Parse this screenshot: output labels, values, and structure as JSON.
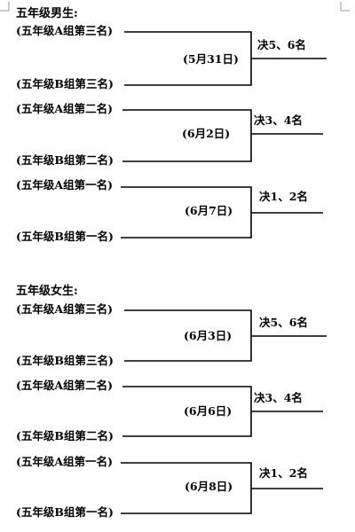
{
  "boys": {
    "title": "五年级男生:",
    "matches": [
      {
        "team_top": "(五年级A组第三名)",
        "team_bottom": "(五年级B组第三名)",
        "date": "(5月31日)",
        "result": "决5、6名"
      },
      {
        "team_top": "(五年级A组第二名)",
        "team_bottom": "(五年级B组第二名)",
        "date": "(6月2日)",
        "result": "决3、4名"
      },
      {
        "team_top": "(五年级A组第一名)",
        "team_bottom": "(五年级B组第一名)",
        "date": "(6月7日)",
        "result": "决1、2名"
      }
    ]
  },
  "girls": {
    "title": "五年级女生:",
    "matches": [
      {
        "team_top": "(五年级A组第三名)",
        "team_bottom": "(五年级B组第三名)",
        "date": "(6月3日)",
        "result": "决5、6名"
      },
      {
        "team_top": "(五年级A组第二名)",
        "team_bottom": "(五年级B组第二名)",
        "date": "(6月6日)",
        "result": "决3、4名"
      },
      {
        "team_top": "(五年级A组第一名)",
        "team_bottom": "(五年级B组第一名)",
        "date": "(6月8日)",
        "result": "决1、2名"
      }
    ]
  }
}
